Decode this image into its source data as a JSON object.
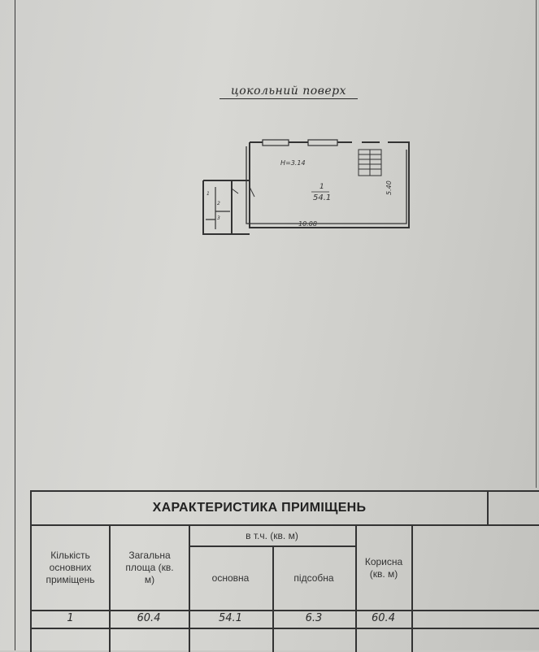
{
  "plan": {
    "floor_title": "цокольний поверх",
    "room_number": "1",
    "room_area": "54.1",
    "height_label": "H=3.14",
    "length_label": "10.08",
    "width_label": "5.40"
  },
  "table": {
    "title": "ХАРАКТЕРИСТИКА ПРИМІЩЕНЬ",
    "headers": {
      "count": "Кількість основних приміщень",
      "total": "Загальна площа (кв. м)",
      "incl": "в т.ч. (кв. м)",
      "main": "основна",
      "aux": "підсобна",
      "useful": "Корисна (кв. м)"
    },
    "row": {
      "count": "1",
      "total": "60.4",
      "main": "54.1",
      "aux": "6.3",
      "useful": "60.4"
    }
  }
}
